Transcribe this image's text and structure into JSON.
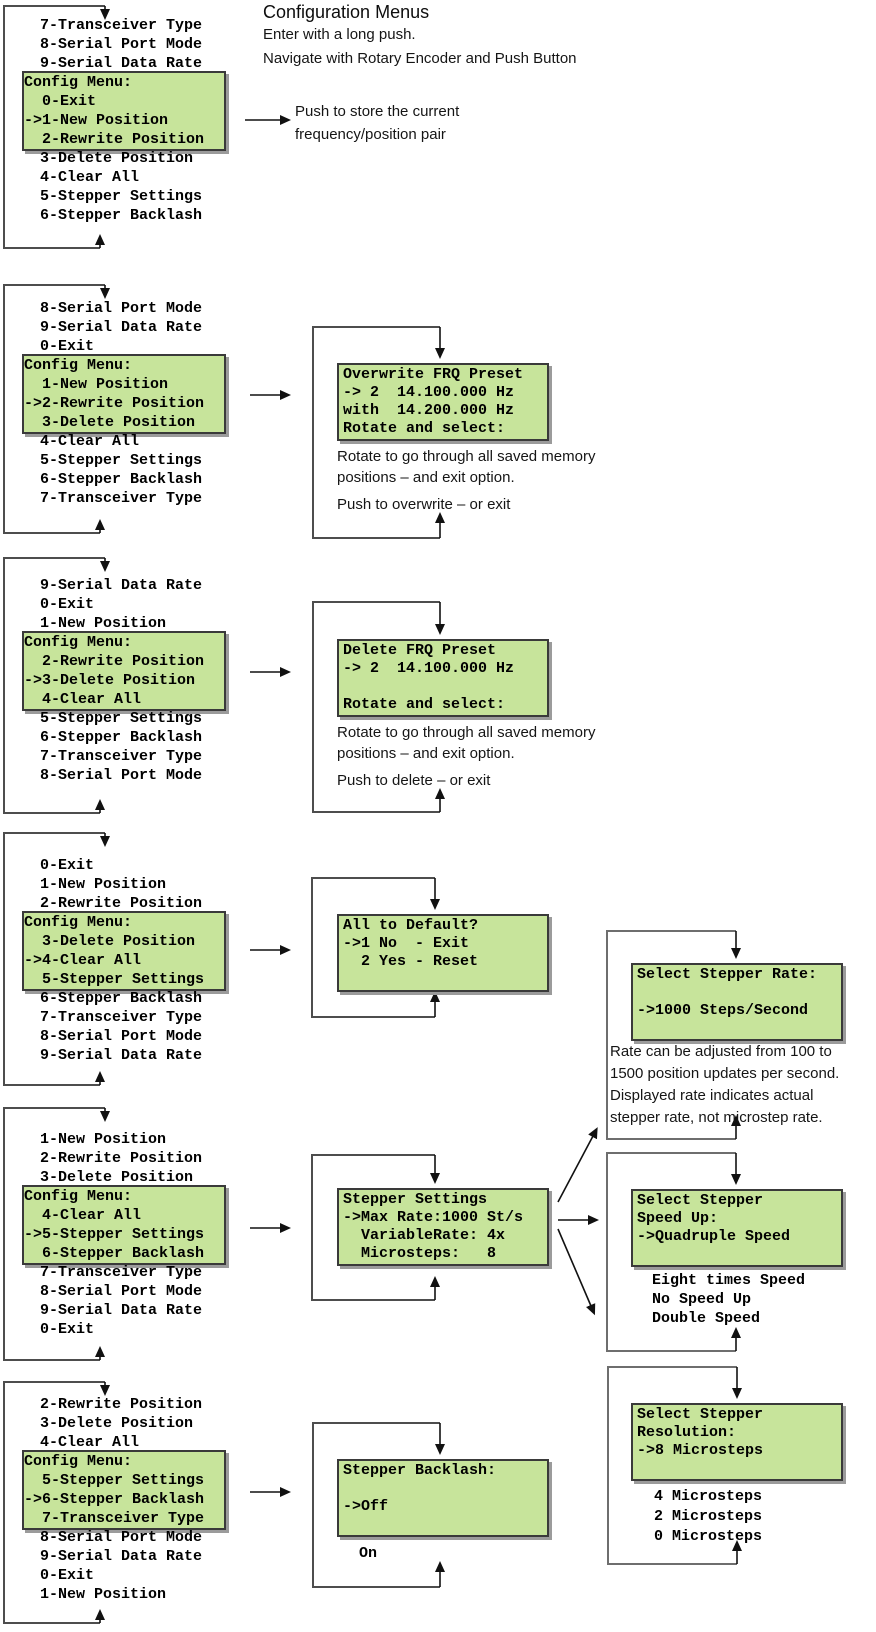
{
  "header": {
    "title": "Configuration Menus",
    "line1": "Enter with a long push.",
    "line2": "Navigate with Rotary Encoder and Push Button"
  },
  "store_note": {
    "line1": "Push to store the current",
    "line2": "frequency/position pair"
  },
  "colors": {
    "lcd_green": "#c7e49b",
    "lcd_border": "#3a3a3a",
    "lcd_shadow": "#9b9b9b",
    "frame_line": "#4d4d4d",
    "arrow": "#111111"
  },
  "menus": [
    {
      "above": [
        "  7-Transceiver Type",
        "  8-Serial Port Mode",
        "  9-Serial Data Rate"
      ],
      "highlight": [
        "Config Menu:",
        "  0-Exit",
        "->1-New Position",
        "  2-Rewrite Position"
      ],
      "below": [
        "  3-Delete Position",
        "  4-Clear All",
        "  5-Stepper Settings",
        "  6-Stepper Backlash"
      ]
    },
    {
      "above": [
        "  8-Serial Port Mode",
        "  9-Serial Data Rate",
        "  0-Exit"
      ],
      "highlight": [
        "Config Menu:",
        "  1-New Position",
        "->2-Rewrite Position",
        "  3-Delete Position"
      ],
      "below": [
        "  4-Clear All",
        "  5-Stepper Settings",
        "  6-Stepper Backlash",
        "  7-Transceiver Type"
      ]
    },
    {
      "above": [
        "  9-Serial Data Rate",
        "  0-Exit",
        "  1-New Position"
      ],
      "highlight": [
        "Config Menu:",
        "  2-Rewrite Position",
        "->3-Delete Position",
        "  4-Clear All"
      ],
      "below": [
        "  5-Stepper Settings",
        "  6-Stepper Backlash",
        "  7-Transceiver Type",
        "  8-Serial Port Mode"
      ]
    },
    {
      "above": [
        "  0-Exit",
        "  1-New Position",
        "  2-Rewrite Position"
      ],
      "highlight": [
        "Config Menu:",
        "  3-Delete Position",
        "->4-Clear All",
        "  5-Stepper Settings"
      ],
      "below": [
        "  6-Stepper Backlash",
        "  7-Transceiver Type",
        "  8-Serial Port Mode",
        "  9-Serial Data Rate"
      ]
    },
    {
      "above": [
        "  1-New Position",
        "  2-Rewrite Position",
        "  3-Delete Position"
      ],
      "highlight": [
        "Config Menu:",
        "  4-Clear All",
        "->5-Stepper Settings",
        "  6-Stepper Backlash"
      ],
      "below": [
        "  7-Transceiver Type",
        "  8-Serial Port Mode",
        "  9-Serial Data Rate",
        "  0-Exit"
      ]
    },
    {
      "above": [
        "  2-Rewrite Position",
        "  3-Delete Position",
        "  4-Clear All"
      ],
      "highlight": [
        "Config Menu:",
        "  5-Stepper Settings",
        "->6-Stepper Backlash",
        "  7-Transceiver Type"
      ],
      "below": [
        "  8-Serial Port Mode",
        "  9-Serial Data Rate",
        "  0-Exit",
        "  1-New Position"
      ]
    }
  ],
  "displays": {
    "overwrite": {
      "lines": [
        "Overwrite FRQ Preset",
        "-> 2  14.100.000 Hz",
        "with  14.200.000 Hz",
        "Rotate and select:"
      ],
      "note_p1": [
        "Rotate to go through all saved memory",
        "positions – and exit option."
      ],
      "note_p2": "Push to overwrite – or exit"
    },
    "delete": {
      "lines": [
        "Delete FRQ Preset",
        "-> 2  14.100.000 Hz",
        "",
        "Rotate and select:"
      ],
      "note_p1": [
        "Rotate to go through all saved memory",
        "positions – and exit option."
      ],
      "note_p2": "Push to delete – or exit"
    },
    "all_default": {
      "lines": [
        "All to Default?",
        "->1 No  - Exit",
        "  2 Yes - Reset",
        ""
      ]
    },
    "stepper_settings": {
      "lines": [
        "Stepper Settings",
        "->Max Rate:1000 St/s",
        "  VariableRate: 4x",
        "  Microsteps:   8"
      ]
    },
    "backlash": {
      "lines": [
        "Stepper Backlash:",
        "",
        "->Off",
        ""
      ],
      "option_below": "  On"
    },
    "rate": {
      "lines": [
        "Select Stepper Rate:",
        "",
        "->1000 Steps/Second",
        ""
      ],
      "note": [
        "Rate can be adjusted from 100 to",
        "1500 position updates per second.",
        "Displayed rate indicates actual",
        "stepper rate, not microstep rate."
      ]
    },
    "speed_up": {
      "lines": [
        "Select Stepper",
        "Speed Up:",
        "->Quadruple Speed",
        ""
      ],
      "options": [
        "Eight times Speed",
        "No Speed Up",
        "Double Speed"
      ]
    },
    "resolution": {
      "lines": [
        "Select Stepper",
        "Resolution:",
        "->8 Microsteps",
        ""
      ],
      "options": [
        "4 Microsteps",
        "2 Microsteps",
        "0 Microsteps"
      ]
    }
  }
}
